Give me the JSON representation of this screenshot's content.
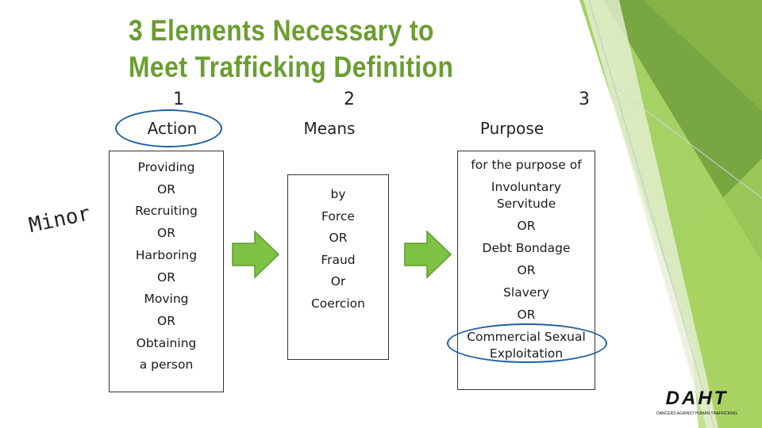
{
  "title": {
    "line1": "3 Elements Necessary to",
    "line2": "Meet Trafficking Definition"
  },
  "columns": [
    {
      "number": "1",
      "heading": "Action",
      "items": [
        "Providing",
        "OR",
        "Recruiting",
        "OR",
        "Harboring",
        "OR",
        "Moving",
        "OR",
        "Obtaining",
        "a person"
      ]
    },
    {
      "number": "2",
      "heading": "Means",
      "items": [
        "by",
        "Force",
        "OR",
        "Fraud",
        "Or",
        "Coercion"
      ]
    },
    {
      "number": "3",
      "heading": "Purpose",
      "items": [
        "for the purpose of",
        "Involuntary",
        "Servitude",
        "OR",
        "Debt Bondage",
        "OR",
        "Slavery",
        "OR",
        "Commercial Sexual",
        "Exploitation"
      ]
    }
  ],
  "side_note": "Minor",
  "logo": {
    "text": "D A H T",
    "tagline": "DANCERS AGAINST HUMAN TRAFFICKING"
  },
  "colors": {
    "title_green": "#6a9e2f",
    "arrow_green": "#7dc242",
    "accent_green": "#8cc63f",
    "highlight_blue": "#1f5fa0"
  }
}
